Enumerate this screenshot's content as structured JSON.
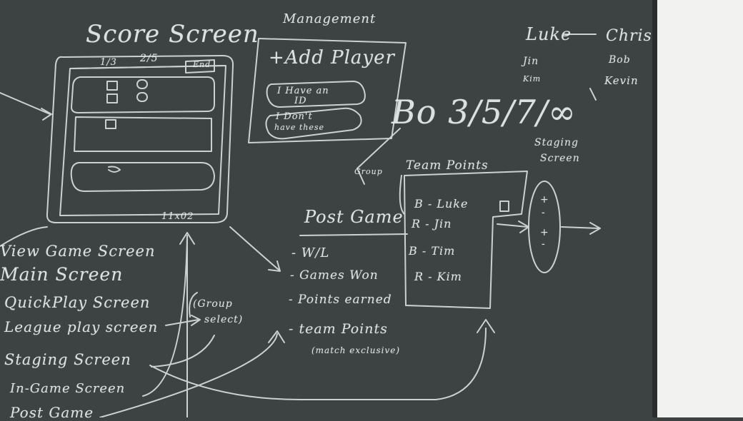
{
  "titles": {
    "score_screen": "Score Screen",
    "management": "Management",
    "post_game": "Post Game",
    "team_points": "Team Points",
    "staging_screen_line1": "Staging",
    "staging_screen_line2": "Screen",
    "group": "Group"
  },
  "score_screen": {
    "top_bar_left": "1/3",
    "top_bar_mid": "2/5",
    "top_bar_end": "End",
    "bottom_label": "11x02"
  },
  "management": {
    "add_player": "+Add Player",
    "have_id_line1": "I Have an",
    "have_id_line2": "ID",
    "no_id_line1": "I Don't",
    "no_id_line2": "have these"
  },
  "best_of": "Bo 3/5/7/∞",
  "names": {
    "left_top": "Luke",
    "left_2": "Jin",
    "left_3": "Kim",
    "right_top": "Chris",
    "right_2": "Bob",
    "right_3": "Kevin"
  },
  "team_points_rows": [
    "B - Luke",
    "R - Jin",
    "B - Tim",
    "R - Kim"
  ],
  "post_game_items": [
    "- W/L",
    "- Games Won",
    "- Points earned",
    "- team Points"
  ],
  "post_game_note": "(match exclusive)",
  "screen_list": [
    "View Game Screen",
    "Main Screen",
    "QuickPlay Screen",
    "League play screen",
    "Staging Screen",
    "In-Game Screen",
    "Post Game"
  ],
  "group_select_line1": "(Group",
  "group_select_line2": "select)",
  "staging_signs": [
    "+",
    "-",
    "+",
    "-"
  ],
  "colors": {
    "board": "#3d4242",
    "chalk": "#e9ecea",
    "wall": "#f2f2f0"
  }
}
